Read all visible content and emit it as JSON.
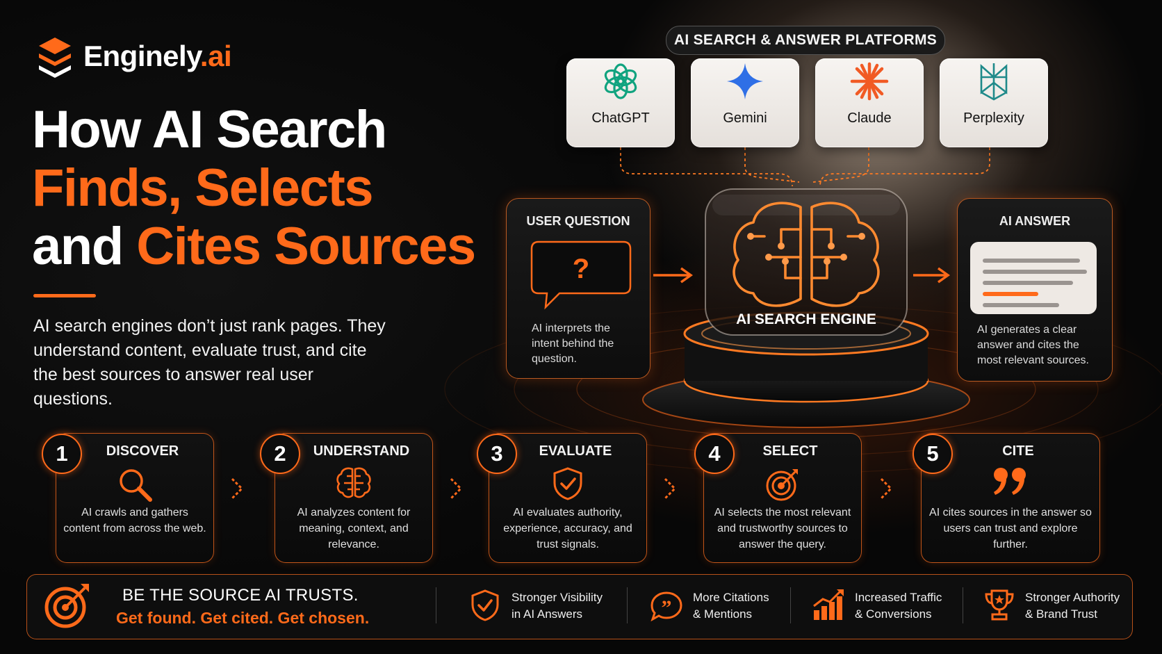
{
  "brand": {
    "name": "Enginely",
    "suffix": ".ai",
    "accent": "#ff6a1a"
  },
  "headline": {
    "line1": "How AI Search",
    "line2": "Finds, Selects",
    "line3_white": "and ",
    "line3_orange": "Cites Sources"
  },
  "intro": "AI search engines don’t just rank pages. They understand content, evaluate trust, and cite the best sources to answer real user questions.",
  "platforms": {
    "title": "AI SEARCH & ANSWER PLATFORMS",
    "items": [
      {
        "label": "ChatGPT",
        "icon": "chatgpt-icon"
      },
      {
        "label": "Gemini",
        "icon": "gemini-icon"
      },
      {
        "label": "Claude",
        "icon": "claude-icon"
      },
      {
        "label": "Perplexity",
        "icon": "perplexity-icon"
      }
    ]
  },
  "user_question": {
    "title": "USER QUESTION",
    "symbol": "?",
    "desc": "AI interprets the intent behind the question."
  },
  "engine": {
    "label": "AI SEARCH ENGINE"
  },
  "ai_answer": {
    "title": "AI ANSWER",
    "desc": "AI generates a clear answer and cites the most relevant sources."
  },
  "steps": [
    {
      "num": "1",
      "title": "DISCOVER",
      "icon": "search-icon",
      "desc": "AI crawls and gathers content from across the web."
    },
    {
      "num": "2",
      "title": "UNDERSTAND",
      "icon": "brain-icon",
      "desc": "AI analyzes content for meaning, context, and relevance."
    },
    {
      "num": "3",
      "title": "EVALUATE",
      "icon": "shield-check-icon",
      "desc": "AI evaluates authority, experience, accuracy, and trust signals."
    },
    {
      "num": "4",
      "title": "SELECT",
      "icon": "target-icon",
      "desc": "AI selects the most relevant and trustworthy sources to answer the query."
    },
    {
      "num": "5",
      "title": "CITE",
      "icon": "quote-icon",
      "desc": "AI cites sources in the answer so users can trust and explore further."
    }
  ],
  "footer": {
    "headline": "BE THE SOURCE AI TRUSTS.",
    "sub": "Get found. Get cited. Get chosen.",
    "benefits": [
      {
        "line1": "Stronger Visibility",
        "line2": "in AI Answers",
        "icon": "shield-check-icon"
      },
      {
        "line1": "More Citations",
        "line2": "& Mentions",
        "icon": "chat-quote-icon"
      },
      {
        "line1": "Increased Traffic",
        "line2": "& Conversions",
        "icon": "bar-chart-icon"
      },
      {
        "line1": "Stronger Authority",
        "line2": "& Brand Trust",
        "icon": "trophy-icon"
      }
    ]
  }
}
